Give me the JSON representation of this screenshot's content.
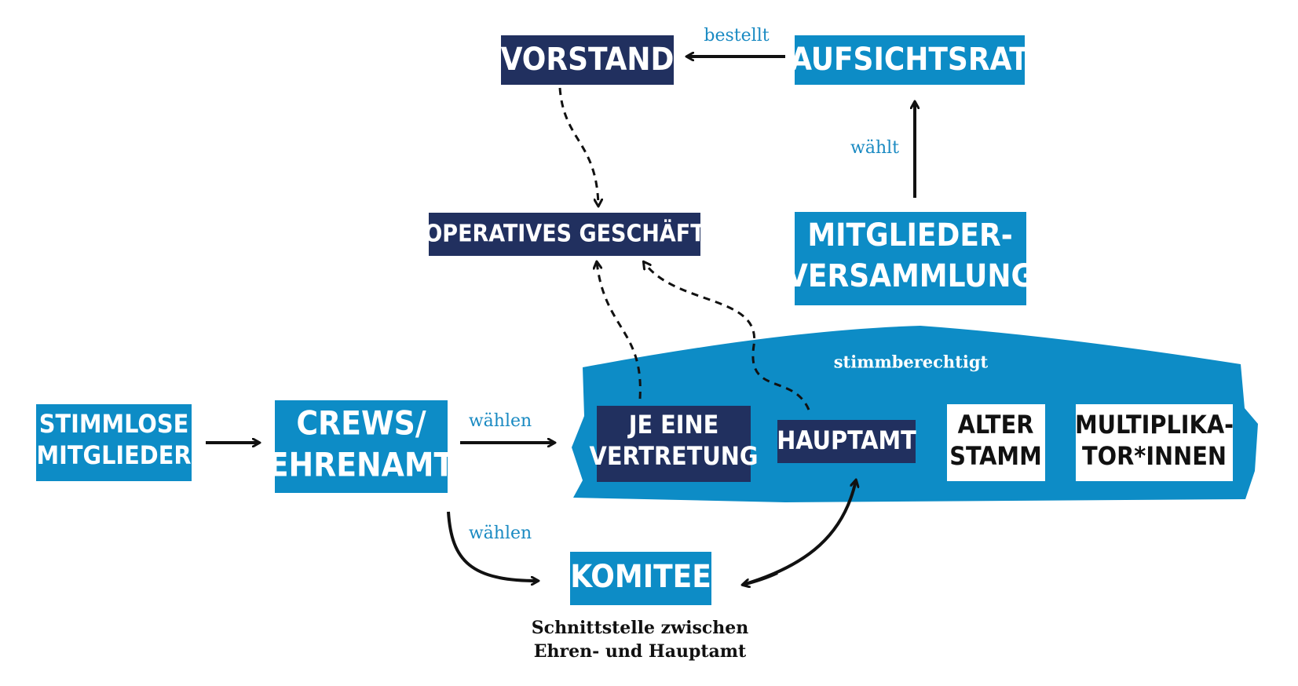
{
  "colors": {
    "dark": "#21305f",
    "light": "#0d8cc6",
    "label": "#1a8ac2",
    "white": "#ffffff",
    "black": "#111111"
  },
  "nodes": {
    "vorstand": "VORSTAND",
    "aufsichtsrat": "AUFSICHTSRAT",
    "operatives": "OPERATIVES GESCHÄFT",
    "mv_line1": "MITGLIEDER-",
    "mv_line2": "VERSAMMLUNG",
    "stimmlose_line1": "STIMMLOSE",
    "stimmlose_line2": "MITGLIEDER",
    "crews_line1": "CREWS/",
    "crews_line2": "EHRENAMT",
    "vertretung_line1": "JE EINE",
    "vertretung_line2": "VERTRETUNG",
    "hauptamt": "HAUPTAMT",
    "stamm_line1": "ALTER",
    "stamm_line2": "STAMM",
    "multi_line1": "MULTIPLIKA-",
    "multi_line2": "TOR*INNEN",
    "komitee": "KOMITEE"
  },
  "labels": {
    "bestellt": "bestellt",
    "waehlt": "wählt",
    "waehlen_right": "wählen",
    "waehlen_down": "wählen",
    "stimmberechtigt": "stimmberechtigt",
    "schnittstelle_line1": "Schnittstelle zwischen",
    "schnittstelle_line2": "Ehren- und Hauptamt"
  }
}
